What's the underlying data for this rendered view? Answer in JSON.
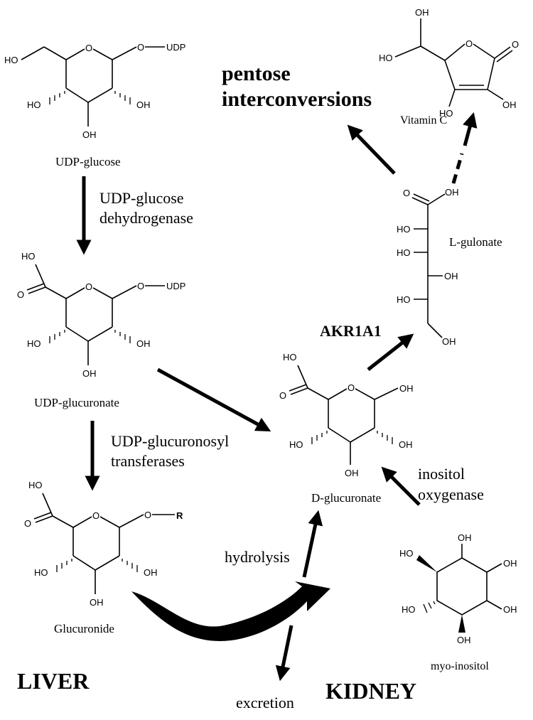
{
  "molecules": {
    "udp_glucose": {
      "name": "UDP-glucose",
      "atoms": {
        "ho_ch2": "HO",
        "ring_o": "O",
        "o_udp": "O",
        "udp": "UDP",
        "oh_left": "HO",
        "oh_right": "OH",
        "oh_bottom": "OH"
      }
    },
    "udp_glucuronate": {
      "name": "UDP-glucuronate",
      "atoms": {
        "ho_acid": "HO",
        "o_carbonyl": "O",
        "ring_o": "O",
        "o_udp": "O",
        "udp": "UDP",
        "oh_left": "HO",
        "oh_right": "OH",
        "oh_bottom": "OH"
      }
    },
    "glucuronide": {
      "name": "Glucuronide",
      "atoms": {
        "ho_acid": "HO",
        "o_carbonyl": "O",
        "ring_o": "O",
        "o_r": "O",
        "r": "R",
        "oh_left": "HO",
        "oh_right": "OH",
        "oh_bottom": "OH"
      }
    },
    "d_glucuronate": {
      "name": "D-glucuronate",
      "atoms": {
        "ho_acid": "HO",
        "o_carbonyl": "O",
        "ring_o": "O",
        "oh_anomeric": "OH",
        "oh_left": "HO",
        "oh_right": "OH",
        "oh_bottom": "OH"
      }
    },
    "l_gulonate": {
      "name": "L-gulonate",
      "atoms": {
        "o_carbonyl": "O",
        "oh_acid": "OH",
        "ho1": "HO",
        "ho2": "HO",
        "oh3": "OH",
        "ho4": "HO",
        "oh5": "OH"
      }
    },
    "vitamin_c": {
      "name": "Vitamin C",
      "atoms": {
        "oh_top": "OH",
        "ho_ch2": "HO",
        "ring_o": "O",
        "o_carbonyl": "O",
        "oh_left": "HO",
        "oh_right": "OH"
      }
    },
    "myo_inositol": {
      "name": "myo-inositol",
      "atoms": {
        "oh_top": "OH",
        "ho_ul": "HO",
        "oh_ur": "OH",
        "ho_ll": "HO",
        "oh_lr": "OH",
        "oh_bottom": "OH"
      }
    }
  },
  "enzymes": {
    "udp_glucose_dh_1": "UDP-glucose",
    "udp_glucose_dh_2": "dehydrogenase",
    "ugt_1": "UDP-glucuronosyl",
    "ugt_2": "transferases",
    "inositol_ox_1": "inositol",
    "inositol_ox_2": "oxygenase",
    "akr1a1": "AKR1A1"
  },
  "processes": {
    "hydrolysis": "hydrolysis",
    "excretion": "excretion",
    "pentose_1": "pentose",
    "pentose_2": "interconversions"
  },
  "organs": {
    "liver": "LIVER",
    "kidney": "KIDNEY"
  }
}
